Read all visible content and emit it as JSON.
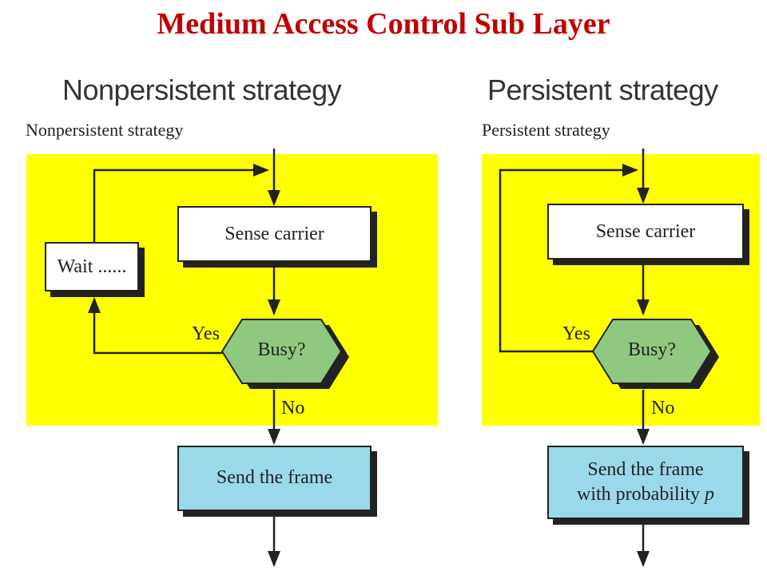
{
  "title": "Medium Access Control Sub Layer",
  "nonpersistent": {
    "heading": "Nonpersistent strategy",
    "subheading": "Nonpersistent strategy",
    "sense": "Sense carrier",
    "wait": "Wait ......",
    "busy": "Busy?",
    "yes": "Yes",
    "no": "No",
    "send": "Send the frame"
  },
  "persistent": {
    "heading": "Persistent strategy",
    "subheading": "Persistent strategy",
    "sense": "Sense carrier",
    "busy": "Busy?",
    "yes": "Yes",
    "no": "No",
    "send_line1": "Send the frame",
    "send_line2": "with probability",
    "send_var": "p"
  },
  "colors": {
    "title": "#c00000",
    "panel": "#ffff00",
    "decision": "#8fc97f",
    "send_box": "#99d9ea"
  }
}
